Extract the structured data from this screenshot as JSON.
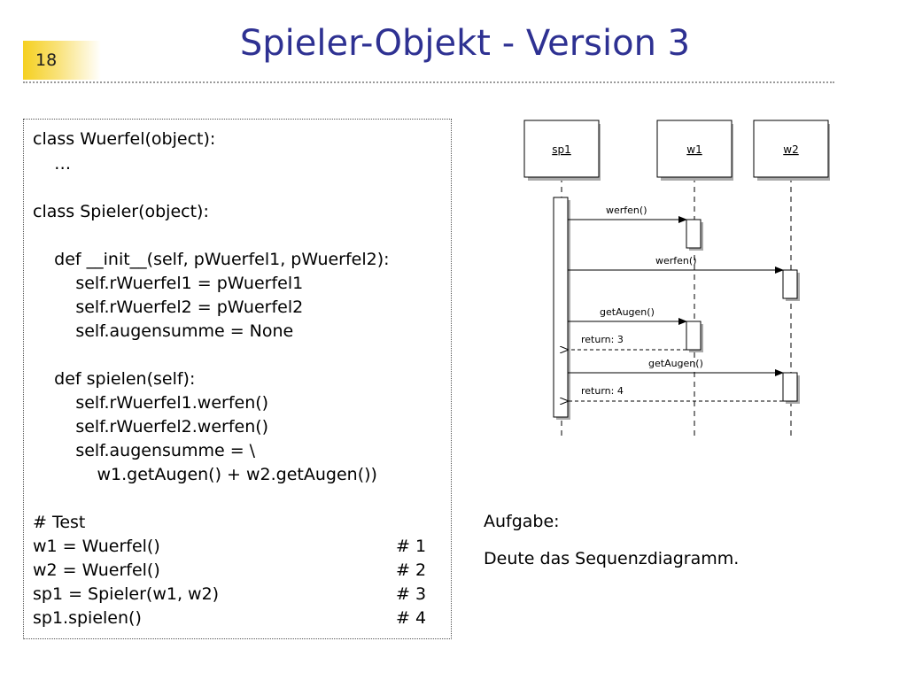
{
  "slide": {
    "number": "18",
    "title": "Spieler-Objekt - Version 3"
  },
  "code": {
    "lines": [
      "class Wuerfel(object):",
      "    …",
      "",
      "class Spieler(object):",
      "",
      "    def __init__(self, pWuerfel1, pWuerfel2):",
      "        self.rWuerfel1 = pWuerfel1",
      "        self.rWuerfel2 = pWuerfel2",
      "        self.augensumme = None",
      "",
      "    def spielen(self):",
      "        self.rWuerfel1.werfen()",
      "        self.rWuerfel2.werfen()",
      "        self.augensumme = \\",
      "            w1.getAugen() + w2.getAugen())",
      "",
      "# Test",
      "w1 = Wuerfel()",
      "w2 = Wuerfel()",
      "sp1 = Spieler(w1, w2)",
      "sp1.spielen()"
    ],
    "comments": [
      "# 1",
      "# 2",
      "# 3",
      "# 4"
    ]
  },
  "diagram": {
    "objects": [
      "sp1",
      "w1",
      "w2"
    ],
    "messages": [
      "werfen()",
      "werfen()",
      "getAugen()",
      "return: 3",
      "getAugen()",
      "return: 4"
    ]
  },
  "task": {
    "label": "Aufgabe:",
    "text": "Deute das Sequenzdiagramm."
  }
}
